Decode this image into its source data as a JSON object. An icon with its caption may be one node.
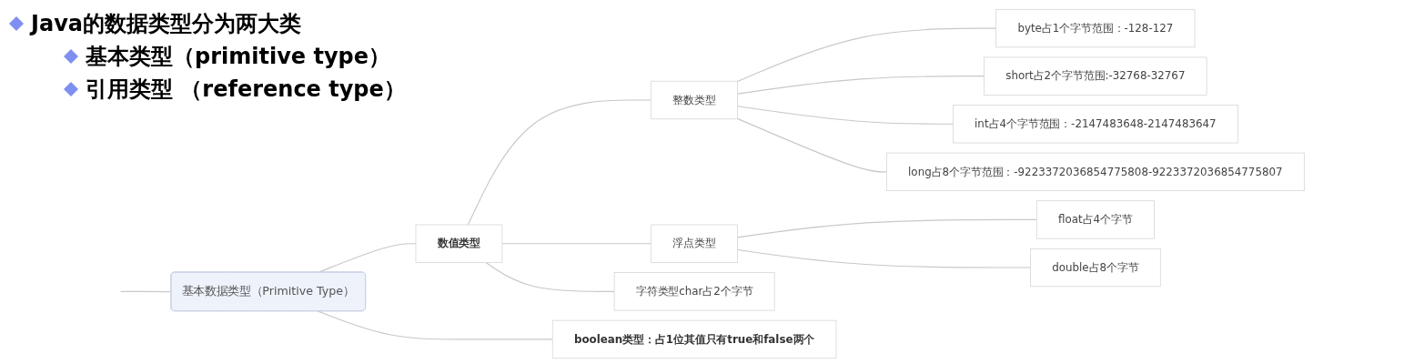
{
  "diagram": {
    "title": "Java的数据类型分为两大类",
    "nodes": [
      {
        "text": [
          "基本数据类型（Primitive Type）"
        ]
      },
      {
        "text": [
          "数值类型"
        ]
      },
      {
        "text": [
          "整数类型"
        ]
      },
      {
        "text": [
          "byte占1个字节范围：-128-127"
        ]
      },
      {
        "text": [
          "short占2个字节范围:-32768-32767"
        ]
      },
      {
        "text": [
          "int占4个字节范围：-2147483648-2147483647"
        ]
      },
      {
        "text": [
          "long占8个字节范围：-9223372036854775808-9223372036854775807"
        ]
      },
      {
        "text": [
          "浮点类型"
        ]
      },
      {
        "text": [
          "float占4个字节"
        ]
      },
      {
        "text": [
          "double占8个字节"
        ]
      },
      {
        "text": [
          "字符类型char占2个字节"
        ]
      },
      {
        "text": [
          "boolean类型：占1位其值只有true和false两个"
        ]
      }
    ],
    "edges": [
      {
        "from": null,
        "to": 0,
        "arrow": "none"
      },
      {
        "from": 0,
        "to": 1,
        "arrow": "none"
      },
      {
        "from": 1,
        "to": 2,
        "arrow": "none"
      },
      {
        "from": 2,
        "to": 3,
        "arrow": "none"
      },
      {
        "from": 2,
        "to": 4,
        "arrow": "none"
      },
      {
        "from": 2,
        "to": 5,
        "arrow": "none"
      },
      {
        "from": 2,
        "to": 6,
        "arrow": "none"
      },
      {
        "from": 1,
        "to": 7,
        "arrow": "none"
      },
      {
        "from": 7,
        "to": 8,
        "arrow": "none"
      },
      {
        "from": 7,
        "to": 9,
        "arrow": "none"
      },
      {
        "from": 1,
        "to": 10,
        "arrow": "none"
      },
      {
        "from": 0,
        "to": 11,
        "arrow": "none"
      }
    ],
    "labels": [
      "基本类型（primitive type）",
      "引用类型 （reference type）"
    ]
  }
}
